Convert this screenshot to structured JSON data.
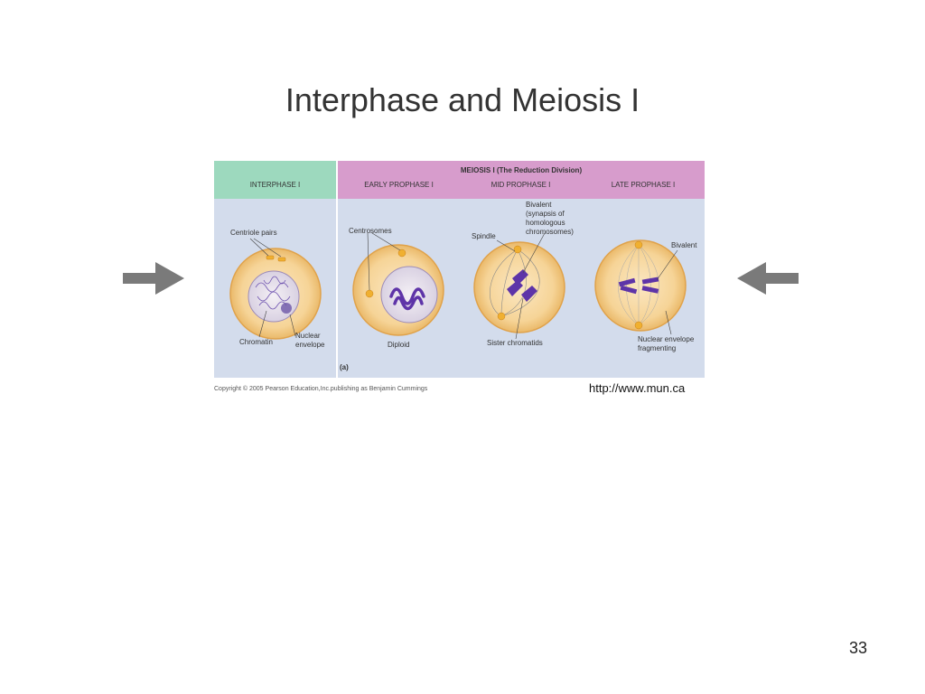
{
  "slide": {
    "title": "Interphase and Meiosis I",
    "page_number": "33",
    "source_url": "http://www.mun.ca"
  },
  "figure": {
    "header": {
      "interphase": "INTERPHASE I",
      "meiosis": "MEIOSIS I (The Reduction Division)",
      "early": "EARLY PROPHASE I",
      "mid": "MID PROPHASE I",
      "late": "LATE PROPHASE I"
    },
    "labels": {
      "centriole_pairs": "Centriole pairs",
      "chromatin": "Chromatin",
      "nuclear_envelope": "Nuclear\nenvelope",
      "centrosomes": "Centrosomes",
      "diploid": "Diploid",
      "spindle": "Spindle",
      "bivalent_synapsis": "Bivalent\n(synapsis of\nhomologous\nchromosomes)",
      "sister_chromatids": "Sister chromatids",
      "bivalent": "Bivalent",
      "nuclear_envelope_fragmenting": "Nuclear envelope\nfragmenting",
      "panel_tag": "(a)"
    },
    "copyright": "Copyright © 2005 Pearson Education,Inc.publishing as Benjamin Cummings"
  },
  "icons": {
    "left_arrow": "right-pointing-arrow",
    "right_arrow": "left-pointing-arrow"
  },
  "colors": {
    "interphase_header": "#9dd9be",
    "meiosis_header": "#d79ccc",
    "panel_background": "#d3dcec",
    "cell_fill": "#f7d9a0",
    "chromosome": "#5e34a8",
    "arrow": "#7a7a7a"
  }
}
